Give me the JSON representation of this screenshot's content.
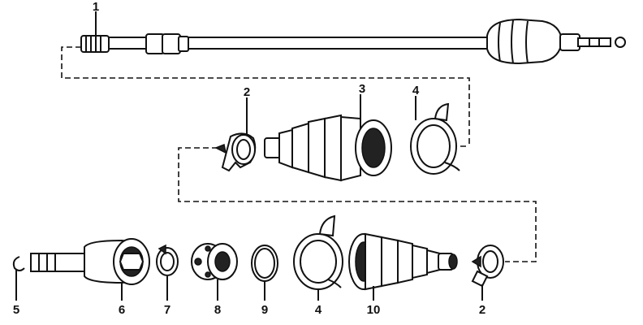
{
  "diagram": {
    "part_labels": {
      "top_1": "1",
      "mid_2": "2",
      "mid_3": "3",
      "mid_4": "4",
      "bot_5": "5",
      "bot_6": "6",
      "bot_7": "7",
      "bot_8": "8",
      "bot_9": "9",
      "bot_4": "4",
      "bot_10": "10",
      "bot_2": "2"
    }
  }
}
